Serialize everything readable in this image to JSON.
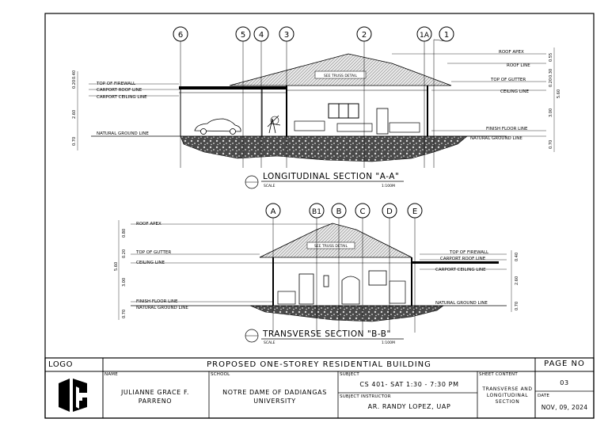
{
  "drawing": {
    "section_a": {
      "title": "LONGITUDINAL SECTION \"A-A\"",
      "scale_label": "SCALE",
      "scale_value": "1:100M",
      "gridlines": [
        "6",
        "5",
        "4",
        "3",
        "2",
        "1A",
        "1"
      ],
      "truss_note": "SEE TRUSS DETAIL",
      "levels_left": [
        "TOP OF FIREWALL",
        "CARPORT ROOF LINE",
        "CARPORT CEILING LINE",
        "NATURAL GROUND LINE"
      ],
      "levels_right": [
        "ROOF APEX",
        "ROOF LINE",
        "TOP OF GUTTER",
        "CEILING LINE",
        "FINISH FLOOR LINE",
        "NATURAL GROUND LINE"
      ],
      "dims_left": [
        "0.40",
        "0.20",
        "2.60",
        "0.70"
      ],
      "dims_right": [
        "0.55",
        "0.30",
        "0.20",
        "5.60",
        "3.00",
        "0.70"
      ]
    },
    "section_b": {
      "title": "TRANSVERSE SECTION \"B-B\"",
      "scale_label": "SCALE",
      "scale_value": "1:100M",
      "gridlines": [
        "A",
        "B1",
        "B",
        "C",
        "D",
        "E"
      ],
      "truss_note": "SEE TRUSS DETAIL",
      "levels_left": [
        "ROOF APEX",
        "TOP OF GUTTER",
        "CEILING LINE",
        "FINISH FLOOR LINE",
        "NATURAL GROUND LINE"
      ],
      "levels_right": [
        "TOP OF FIREWALL",
        "CARPORT ROOF LINE",
        "CARPORT CEILING LINE",
        "NATURAL GROUND LINE"
      ],
      "dims_left": [
        "0.80",
        "0.20",
        "5.60",
        "3.00",
        "0.70"
      ],
      "dims_right": [
        "0.40",
        "2.60",
        "0.70"
      ]
    }
  },
  "title_block": {
    "logo_label": "LOGO",
    "project_title": "PROPOSED ONE-STOREY RESIDENTIAL BUILDING",
    "page_no_label": "PAGE NO",
    "page_no": "03",
    "name_label": "NAME",
    "name_value": "JULIANNE GRACE F. PARRENO",
    "school_label": "SCHOOL",
    "school_value": "NOTRE DAME OF DADIANGAS UNIVERSITY",
    "subject_label": "SUBJECT",
    "subject_value": "CS 401- SAT 1:30 - 7:30 PM",
    "instructor_label": "SUBJECT INSTRUCTOR",
    "instructor_value": "AR. RANDY LOPEZ, UAP",
    "sheet_content_label": "SHEET CONTENT",
    "sheet_content_value": "TRANSVERSE AND LONGITUDINAL SECTION",
    "date_label": "DATE",
    "date_value": "NOV, 09, 2024"
  }
}
